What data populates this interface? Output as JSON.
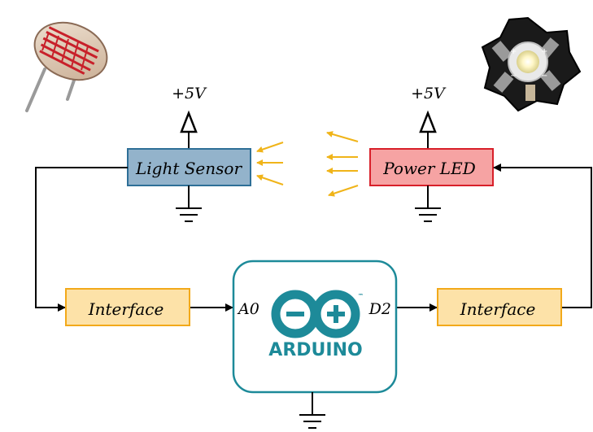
{
  "blocks": {
    "light_sensor": {
      "label": "Light Sensor"
    },
    "power_led": {
      "label": "Power LED"
    },
    "interface_left": {
      "label": "Interface"
    },
    "interface_right": {
      "label": "Interface"
    }
  },
  "supplies": {
    "sensor_supply": "+5V",
    "led_supply": "+5V"
  },
  "arduino": {
    "brand": "ARDUINO",
    "trademark": "™",
    "pin_in": "A0",
    "pin_out": "D2"
  },
  "colors": {
    "sensor_fill": "#93b3cb",
    "sensor_stroke": "#2e6f97",
    "led_fill": "#f6a3a3",
    "led_stroke": "#d8202a",
    "interface_fill": "#fde2a8",
    "interface_stroke": "#f2a91a",
    "arduino_teal": "#1d8a99",
    "light_ray": "#f0b419",
    "wire": "#000000"
  },
  "icons": {
    "photoresistor": "photoresistor-icon",
    "led_star": "led-star-icon"
  }
}
